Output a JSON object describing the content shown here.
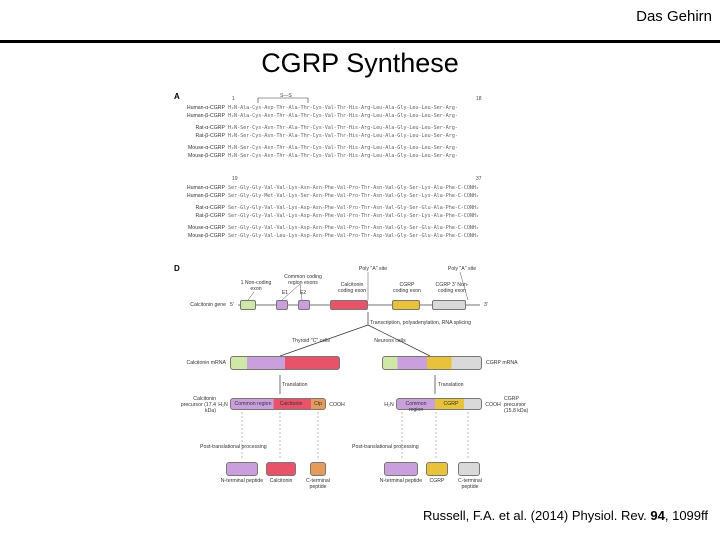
{
  "header": {
    "label": "Das Gehirn"
  },
  "slide": {
    "title": "CGRP Synthese"
  },
  "citation": {
    "authors": "Russell, F.A. et al. (2014) Physiol. Rev. ",
    "volume": "94",
    "pages": ", 1099ff"
  },
  "panel_a": {
    "label": "A",
    "names_top": [
      "Human-α-CGRP",
      "Human-β-CGRP",
      "Rat-α-CGRP",
      "Rat-β-CGRP",
      "Mouse-α-CGRP",
      "Mouse-β-CGRP"
    ],
    "names_bottom": [
      "Human-α-CGRP",
      "Human-β-CGRP",
      "Rat-α-CGRP",
      "Rat-β-CGRP",
      "Mouse-α-CGRP",
      "Mouse-β-CGRP"
    ],
    "seq_top": [
      "H₂N-Ala-Cys-Asp-Thr-Ala-Thr-Cys-Val-Thr-His-Arg-Leu-Ala-Gly-Leu-Leu-Ser-Arg-",
      "H₂N-Ala-Cys-Asn-Thr-Ala-Thr-Cys-Val-Thr-His-Arg-Leu-Ala-Gly-Leu-Leu-Ser-Arg-",
      "H₂N-Ser-Cys-Asn-Thr-Ala-Thr-Cys-Val-Thr-His-Arg-Leu-Ala-Gly-Leu-Leu-Ser-Arg-",
      "H₂N-Ser-Cys-Asn-Thr-Ala-Thr-Cys-Val-Thr-His-Arg-Leu-Ala-Gly-Leu-Leu-Ser-Arg-",
      "H₂N-Ser-Cys-Asn-Thr-Ala-Thr-Cys-Val-Thr-His-Arg-Leu-Ala-Gly-Leu-Leu-Ser-Arg-",
      "H₂N-Ser-Cys-Asn-Thr-Ala-Thr-Cys-Val-Thr-His-Arg-Leu-Ala-Gly-Leu-Leu-Ser-Arg-"
    ],
    "seq_bottom": [
      "Ser-Gly-Gly-Val-Val-Lys-Asn-Asn-Phe-Val-Pro-Thr-Asn-Val-Gly-Ser-Lys-Ala-Phe-C-CONH₂",
      "Ser-Gly-Gly-Met-Val-Lys-Ser-Asn-Phe-Val-Pro-Thr-Asn-Val-Gly-Ser-Lys-Ala-Phe-C-CONH₂",
      "Ser-Gly-Gly-Val-Val-Lys-Asp-Asn-Phe-Val-Pro-Thr-Asn-Val-Gly-Ser-Glu-Ala-Phe-C-CONH₂",
      "Ser-Gly-Gly-Val-Val-Lys-Asp-Asn-Phe-Val-Pro-Thr-Asn-Val-Gly-Ser-Lys-Ala-Phe-C-CONH₂",
      "Ser-Gly-Gly-Val-Val-Lys-Asp-Asn-Phe-Val-Pro-Thr-Asn-Val-Gly-Ser-Glu-Ala-Phe-C-CONH₂",
      "Ser-Gly-Gly-Val-Leu-Lys-Asp-Asn-Phe-Val-Pro-Thr-Asp-Val-Gly-Ser-Glu-Ala-Phe-C-CONH₂"
    ],
    "disulfide": "S—S",
    "num_1": "1",
    "num_18": "18",
    "num_19": "19",
    "num_37": "37"
  },
  "panel_d": {
    "label": "D",
    "calcitonin_gene": "Calcitonin gene",
    "noncoding_1": "1 Non-coding exon",
    "common_exons": "Common coding region exons",
    "e1": "E1",
    "e2": "E2",
    "calcitonin_exon": "Calcitonin coding exon",
    "poly_a_1": "Poly \"A\" site",
    "cgrp_exon": "CGRP coding exon",
    "poly_a_2": "Poly \"A\" site",
    "cgrp_noncoding": "CGRP 3' Non-coding exon",
    "five_prime": "5'",
    "three_prime": "3'",
    "transcription": "Transcription, polyadenylation, RNA splicing",
    "thyroid_c": "Thyroid \"C\" cells",
    "neurons": "Neurons cells",
    "calcitonin_mrna": "Calcitonin mRNA",
    "cgrp_mrna": "CGRP mRNA",
    "translation_1": "Translation",
    "translation_2": "Translation",
    "calcitonin_precursor": "Calcitonin precursor (17.4 kDa)",
    "cgrp_precursor": "CGRP precursor (15.8 kDa)",
    "h2n": "H₂N",
    "cooh": "COOH",
    "common_region": "Common region",
    "calcitonin_box": "Calcitonin",
    "cgrp_box": "CGRP",
    "ctp": "Ctp",
    "post_1": "Post-translational processing",
    "post_2": "Post-translational processing",
    "p_nterm_1": "N-terminal peptide",
    "p_calcitonin": "Calcitonin",
    "p_cterm_1": "C-terminal peptide",
    "p_nterm_2": "N-terminal peptide",
    "p_cgrp": "CGRP",
    "p_cterm_2": "C-terminal peptide"
  },
  "colors": {
    "noncoding": "#cfe8a8",
    "common": "#c9a0dc",
    "calcitonin": "#e8536a",
    "cgrp": "#e7c23a",
    "cterm": "#e59b5a",
    "noncoding3": "#d9d9d9"
  }
}
